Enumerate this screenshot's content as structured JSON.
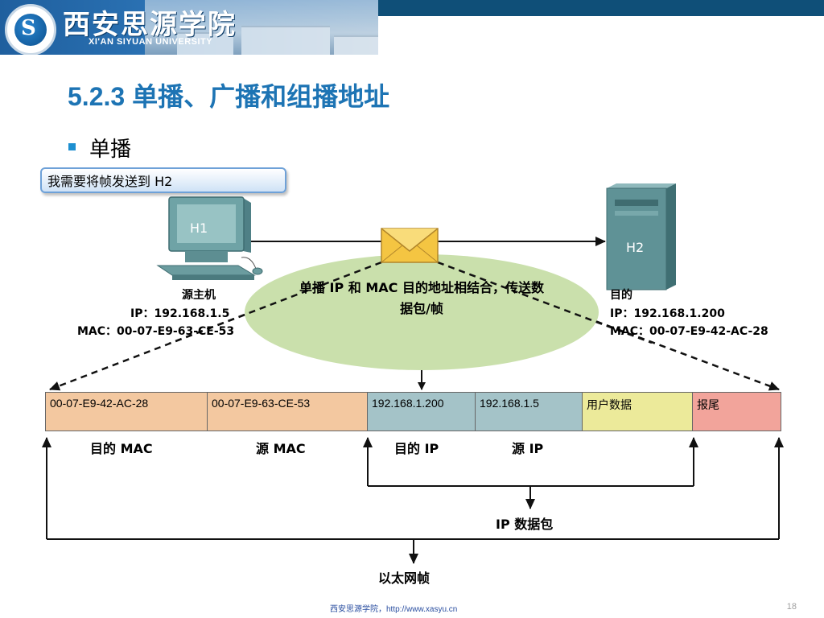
{
  "header": {
    "school_name_cn": "西安思源学院",
    "school_name_en": "XI'AN SIYUAN UNIVERSITY"
  },
  "title": "5.2.3 单播、广播和组播地址",
  "bullet": "单播",
  "callout": "我需要将帧发送到 H2",
  "hosts": {
    "h1": "H1",
    "h2": "H2"
  },
  "source": {
    "heading": "源主机",
    "ip": "IP：192.168.1.5",
    "mac": "MAC：00-07-E9-63-CE-53"
  },
  "destination": {
    "heading": "目的",
    "ip": "IP：192.168.1.200",
    "mac": "MAC：00-07-E9-42-AC-28"
  },
  "ellipse_text": {
    "line1": "单播 IP 和 MAC 目的地址相结合，传送数",
    "line2": "据包/帧"
  },
  "frame": {
    "cells": [
      {
        "text": "00-07-E9-42-AC-28",
        "color": "#f3c8a0"
      },
      {
        "text": "00-07-E9-63-CE-53",
        "color": "#f3c8a0"
      },
      {
        "text": "192.168.1.200",
        "color": "#a4c3c8"
      },
      {
        "text": "192.168.1.5",
        "color": "#a4c3c8"
      },
      {
        "text": "用户数据",
        "color": "#ecea9a"
      },
      {
        "text": "报尾",
        "color": "#f2a49b"
      }
    ],
    "labels": {
      "dst_mac": "目的 MAC",
      "src_mac": "源 MAC",
      "dst_ip": "目的 IP",
      "src_ip": "源 IP"
    }
  },
  "ip_packet_label": "IP 数据包",
  "ethernet_frame_label": "以太网帧",
  "footer": "西安思源学院，http://www.xasyu.cn",
  "page_number": "18"
}
